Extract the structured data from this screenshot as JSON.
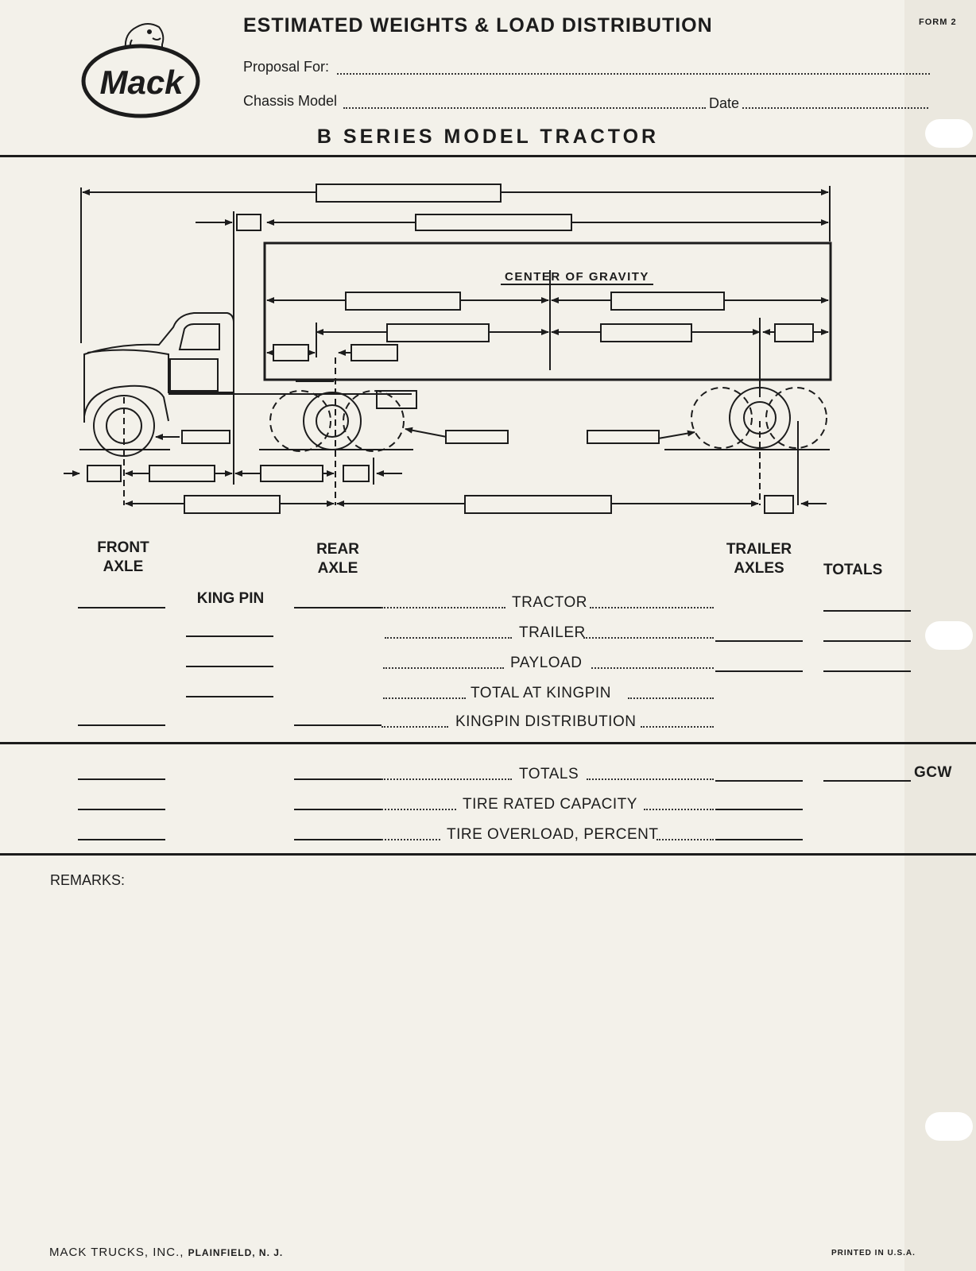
{
  "header": {
    "title": "ESTIMATED WEIGHTS & LOAD DISTRIBUTION",
    "form_number": "FORM 2",
    "logo_text": "Mack",
    "proposal_label": "Proposal For:",
    "chassis_label": "Chassis Model",
    "date_label": "Date",
    "series_title": "B SERIES MODEL TRACTOR"
  },
  "diagram": {
    "cg_label": "CENTER OF GRAVITY"
  },
  "table": {
    "columns": {
      "front_axle": "FRONT AXLE",
      "king_pin": "KING PIN",
      "rear_axle": "REAR AXLE",
      "trailer_axles": "TRAILER AXLES",
      "totals": "TOTALS"
    },
    "rows": [
      {
        "label": "TRACTOR"
      },
      {
        "label": "TRAILER"
      },
      {
        "label": "PAYLOAD"
      },
      {
        "label": "TOTAL AT KINGPIN"
      },
      {
        "label": "KINGPIN DISTRIBUTION"
      }
    ],
    "summary_rows": [
      {
        "label": "TOTALS"
      },
      {
        "label": "TIRE RATED CAPACITY"
      },
      {
        "label": "TIRE OVERLOAD, PERCENT"
      }
    ],
    "gcw_label": "GCW"
  },
  "remarks_label": "REMARKS:",
  "footer": {
    "company": "MACK TRUCKS, INC.,",
    "location": "PLAINFIELD, N. J.",
    "printed": "PRINTED IN U.S.A."
  }
}
